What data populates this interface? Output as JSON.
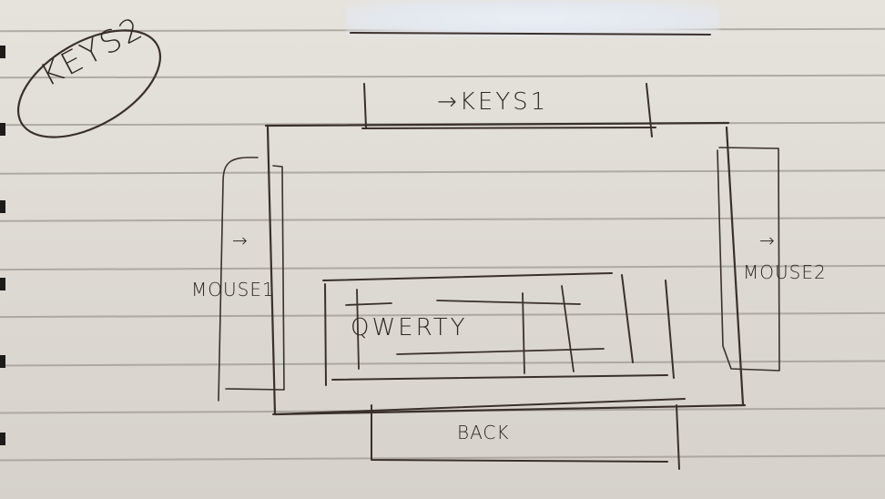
{
  "sketch": {
    "medium": "hand-drawn wireframe on lined paper",
    "screen_label": "KEYS2",
    "top_bar": {
      "label": "→KEYS1"
    },
    "left_panel": {
      "label": "MOUSE1",
      "arrow": "→"
    },
    "right_panel": {
      "label": "MOUSE2",
      "arrow": "→"
    },
    "keyboard": {
      "label": "QWERTY"
    },
    "bottom_button": {
      "label": "BACK"
    }
  },
  "colors": {
    "ink": "#3a302b",
    "paper": "#dedad3",
    "rule": "#9d9891"
  }
}
